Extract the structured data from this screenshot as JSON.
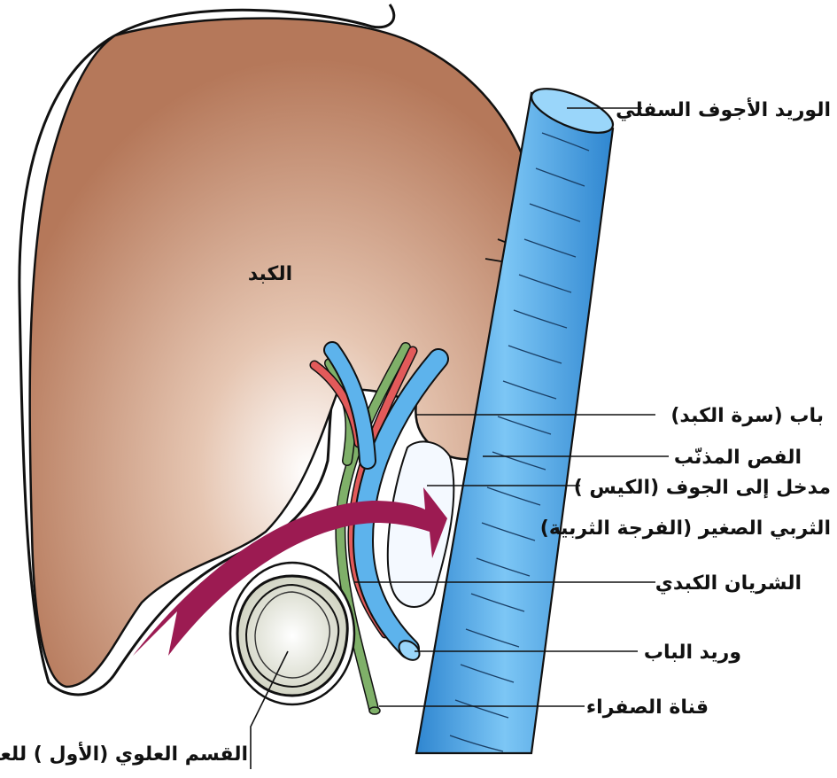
{
  "labels": {
    "liver": "الكبد",
    "ivc": "الوريد الأجوف السفلي",
    "porta_hepatis": "باب (سرة الكبد)",
    "caudate_lobe": "الفص المذنّب",
    "epiploic_line1": "مدخل إلى الجوف (الكيس )",
    "epiploic_line2": "الثربي الصغير (الفرجة الثربية)",
    "hepatic_artery": "الشريان الكبدي",
    "portal_vein": "وريد الباب",
    "bile_duct": "قناة الصفراء",
    "duodenum": "القسم العلوي (الأول ) للعفج"
  },
  "colors": {
    "liver": "#b5785a",
    "liver_highlight": "#ffffff",
    "vein": "#4aa8e8",
    "vein_dark": "#1f6fb8",
    "artery": "#e25a5a",
    "duct": "#7fb069",
    "arrow": "#9c1b52",
    "duodenum": "#e6e8dc"
  }
}
